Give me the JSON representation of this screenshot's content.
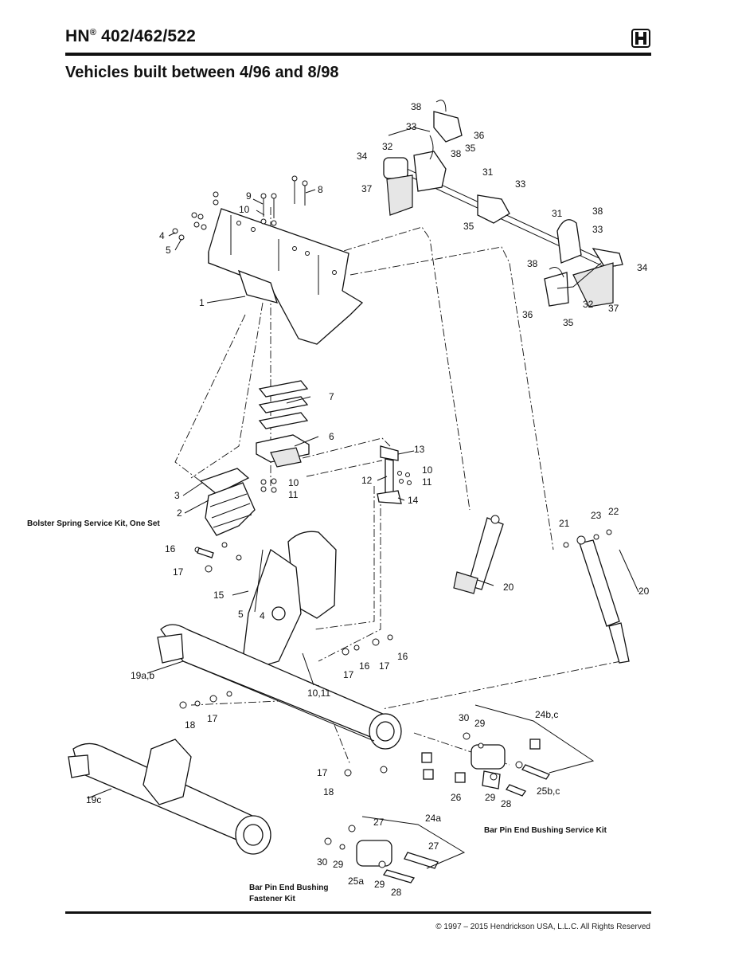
{
  "header": {
    "title_prefix": "HN",
    "title_reg": "®",
    "title_models": " 402/462/522",
    "subtitle": "Vehicles built between 4/96 and 8/98"
  },
  "callouts": [
    "1",
    "2",
    "3",
    "4",
    "5",
    "6",
    "7",
    "8",
    "9",
    "10",
    "11",
    "12",
    "13",
    "14",
    "15",
    "16",
    "17",
    "18",
    "19a,b",
    "19c",
    "20",
    "21",
    "22",
    "23",
    "24a",
    "24b,c",
    "25a",
    "25b,c",
    "26",
    "27",
    "28",
    "29",
    "30",
    "31",
    "32",
    "33",
    "34",
    "35",
    "36",
    "37",
    "38",
    "10,11"
  ],
  "kits": {
    "bolster_spring": "Bolster Spring Service Kit, One Set",
    "bar_pin_bushing": "Bar Pin End Bushing Service Kit",
    "bar_pin_fastener_line1": "Bar Pin End Bushing",
    "bar_pin_fastener_line2": "Fastener  Kit"
  },
  "footer": {
    "copyright": "© 1997 – 2015 Hendrickson USA, L.L.C. All Rights Reserved"
  },
  "logo_icon": "hendrickson-h-logo"
}
